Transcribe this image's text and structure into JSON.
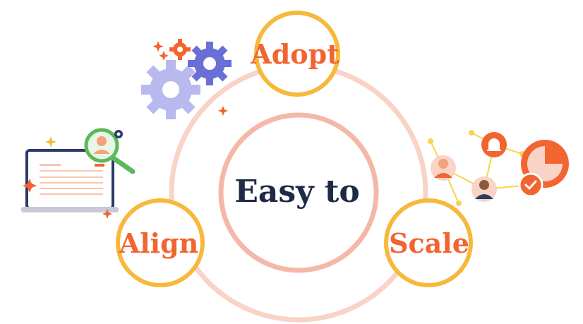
{
  "center": {
    "text": "Easy to"
  },
  "nodes": [
    {
      "id": "adopt",
      "text": "Adopt"
    },
    {
      "id": "align",
      "text": "Align"
    },
    {
      "id": "scale",
      "text": "Scale"
    }
  ],
  "colors": {
    "ring_outer": "#f9d3c6",
    "ring_inner": "#f5b8a8",
    "node_ring": "#f7b83b",
    "accent_text": "#f26430",
    "center_text": "#1f2a44",
    "gear_purple": "#6a6fd6",
    "gear_lavender": "#b8b9ef",
    "gear_orange": "#f26430",
    "magnifier_green": "#5cb85c"
  },
  "icons": [
    "gears-icon",
    "laptop-icon",
    "magnifier-person-icon",
    "network-people-icon",
    "bell-icon",
    "pie-chart-icon",
    "checkmark-icon",
    "sparkle-icon"
  ]
}
